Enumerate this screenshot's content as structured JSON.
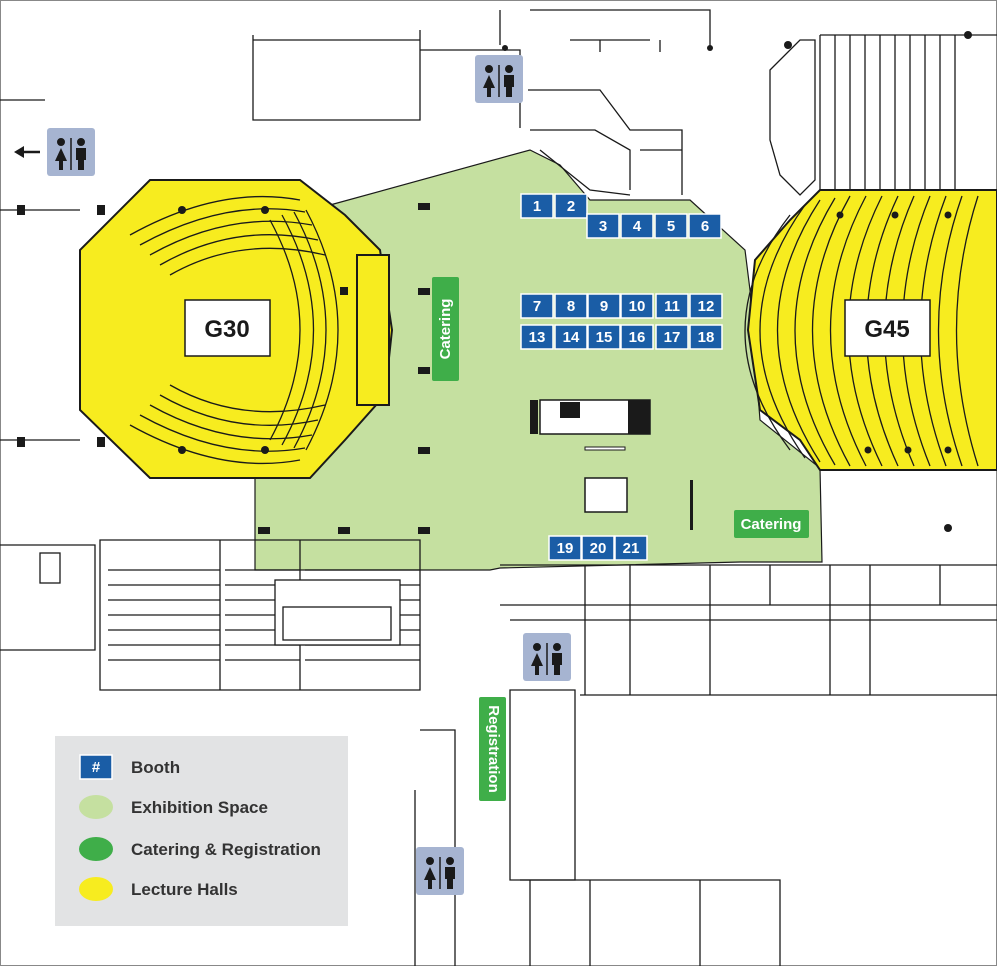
{
  "colors": {
    "booth": "#1a5da6",
    "exhibition": "#c5e0a0",
    "green": "#3fae49",
    "lecture": "#f7ec1f",
    "restroom": "#a6b4d1",
    "legend_bg": "#e2e3e4",
    "walls": "#1a1a1a"
  },
  "halls": [
    {
      "id": "g30",
      "label": "G30"
    },
    {
      "id": "g45",
      "label": "G45"
    }
  ],
  "booths": [
    "1",
    "2",
    "3",
    "4",
    "5",
    "6",
    "7",
    "8",
    "9",
    "10",
    "11",
    "12",
    "13",
    "14",
    "15",
    "16",
    "17",
    "18",
    "19",
    "20",
    "21"
  ],
  "signs": {
    "catering_vertical": "Catering",
    "catering_horizontal": "Catering",
    "registration": "Registration"
  },
  "icons": {
    "restroom": "restroom-icon",
    "arrow": "arrow-left-icon"
  },
  "legend": {
    "booth_symbol": "#",
    "items": [
      {
        "label": "Booth"
      },
      {
        "label": "Exhibition Space"
      },
      {
        "label": "Catering & Registration"
      },
      {
        "label": "Lecture Halls"
      }
    ]
  }
}
